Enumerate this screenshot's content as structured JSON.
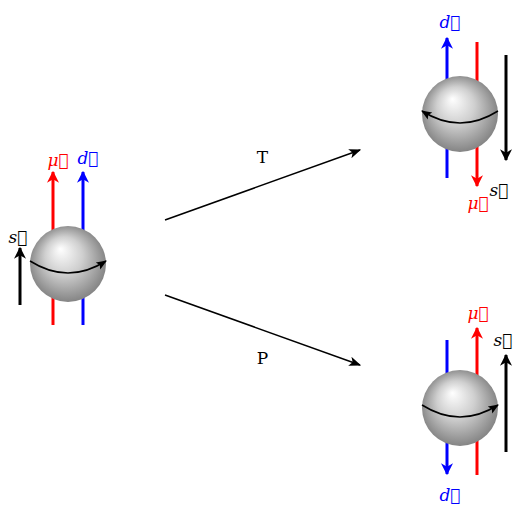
{
  "diagram": {
    "nodes": [
      {
        "text": [
          "s⃗",
          "μ⃗",
          "d⃗"
        ]
      },
      {
        "text": [
          "d⃗",
          "μ⃗",
          "s⃗"
        ]
      },
      {
        "text": [
          "μ⃗",
          "s⃗",
          "d⃗"
        ]
      }
    ],
    "edges": [
      {
        "from": 0,
        "to": 1,
        "label": "T",
        "arrow": "to"
      },
      {
        "from": 0,
        "to": 2,
        "label": "P",
        "arrow": "to"
      }
    ]
  }
}
